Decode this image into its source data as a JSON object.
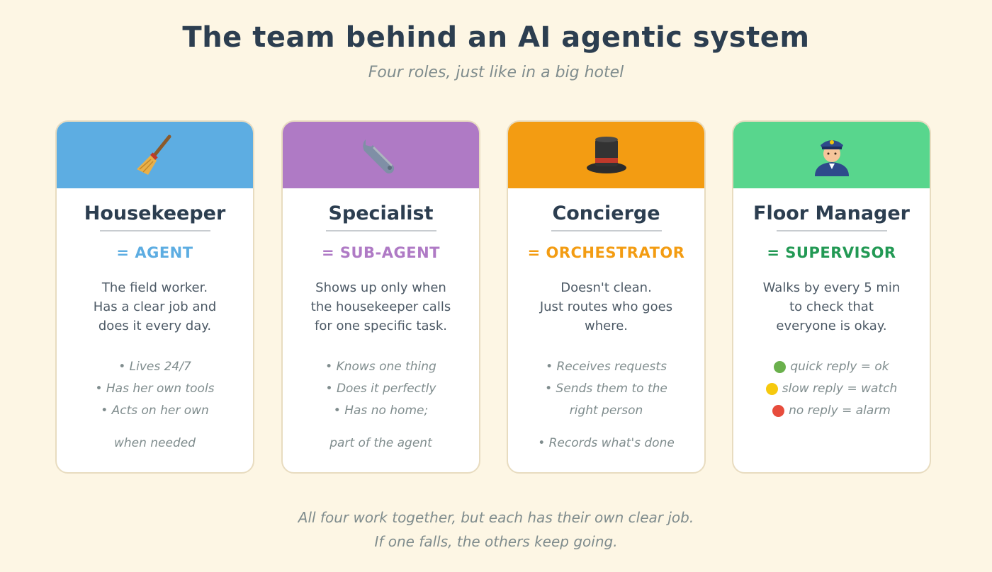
{
  "header": {
    "title": "The team behind an AI agentic system",
    "subtitle": "Four roles, just like in a big hotel"
  },
  "cards": [
    {
      "icon": "broom-icon",
      "color": "#5dade2",
      "name": "Housekeeper",
      "mapping": "= AGENT",
      "mapping_color": "#5dade2",
      "desc": [
        "The field worker.",
        "Has a clear job and",
        "does it every day."
      ],
      "bullets": [
        "• Lives 24/7",
        "• Has her own tools",
        "• Acts on her own"
      ],
      "extra": "when needed"
    },
    {
      "icon": "wrench-icon",
      "color": "#af7ac5",
      "name": "Specialist",
      "mapping": "= SUB-AGENT",
      "mapping_color": "#af7ac5",
      "desc": [
        "Shows up only when",
        "the housekeeper calls",
        "for one specific task."
      ],
      "bullets": [
        "• Knows one thing",
        "• Does it perfectly",
        "• Has no home;"
      ],
      "extra": "part of the agent"
    },
    {
      "icon": "top-hat-icon",
      "color": "#f39c12",
      "name": "Concierge",
      "mapping": "= ORCHESTRATOR",
      "mapping_color": "#f39c12",
      "desc": [
        "Doesn't clean.",
        "Just routes who goes",
        "where."
      ],
      "bullets": [
        "• Receives requests",
        "• Sends them to the",
        "right person"
      ],
      "extra": "• Records what's done"
    },
    {
      "icon": "police-officer-icon",
      "color": "#58d68d",
      "name": "Floor Manager",
      "mapping": "= SUPERVISOR",
      "mapping_color": "#229954",
      "desc": [
        "Walks by every 5 min",
        "to check that",
        "everyone is okay."
      ],
      "bullets": [
        "quick reply = ok",
        "slow reply = watch",
        "no reply = alarm"
      ],
      "bullet_dots": [
        "green-circle-icon",
        "yellow-circle-icon",
        "red-circle-icon"
      ],
      "dot_colors": [
        "#6ab04c",
        "#f6c90e",
        "#e74c3c"
      ],
      "extra": ""
    }
  ],
  "footer": {
    "line1": "All four work together, but each has their own clear job.",
    "line2": "If one falls, the others keep going."
  }
}
